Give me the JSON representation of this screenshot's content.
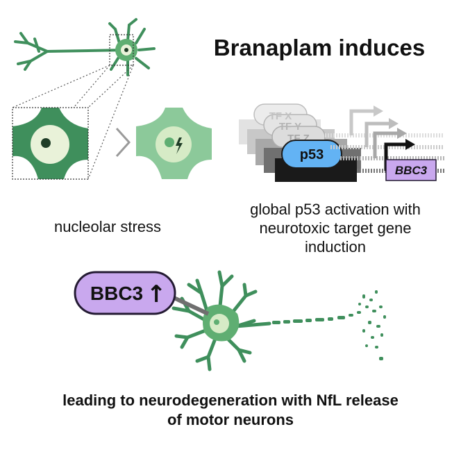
{
  "title": "Branaplam induces",
  "stress_caption": "nucleolar stress",
  "p53_caption_lines": [
    "global p53 activation with",
    "neurotoxic target gene",
    "induction"
  ],
  "tf_labels": [
    "TF X",
    "TF Y",
    "TF Z"
  ],
  "p53_label": "p53",
  "target_gene_label": "BBC3",
  "bbc3_badge_label": "BBC3",
  "bbc3_badge_arrow": "↑",
  "conclusion_lines": [
    "leading to neurodegeneration with NfL release",
    "of motor neurons"
  ],
  "colors": {
    "neuron_dark": "#3f8f5c",
    "neuron_mid": "#5fae72",
    "neuron_light": "#8cc99a",
    "nucleus_pale": "#e9f2d9",
    "p53_blue": "#63b3f4",
    "purple_fill": "#c9a8ee",
    "purple_stroke": "#241b33"
  }
}
